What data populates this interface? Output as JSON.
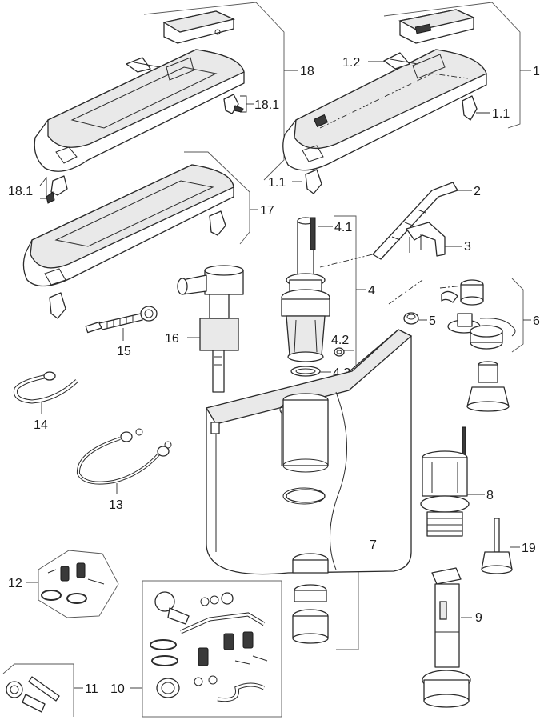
{
  "labels": {
    "l18": "18",
    "l18_1a": "18.1",
    "l18_1b": "18.1",
    "l17": "17",
    "l1": "1",
    "l1_2": "1.2",
    "l1_1a": "1.1",
    "l1_1b": "1.1",
    "l2": "2",
    "l3": "3",
    "l4": "4",
    "l4_1": "4.1",
    "l4_2": "4.2",
    "l4_3": "4.3",
    "l5": "5",
    "l6": "6",
    "l7": "7",
    "l8": "8",
    "l9": "9",
    "l10": "10",
    "l11": "11",
    "l12": "12",
    "l13": "13",
    "l14": "14",
    "l15": "15",
    "l16": "16",
    "l19": "19"
  },
  "colors": {
    "line": "#2b2b2b",
    "fill": "#ffffff",
    "shade": "#e9e9e9"
  }
}
